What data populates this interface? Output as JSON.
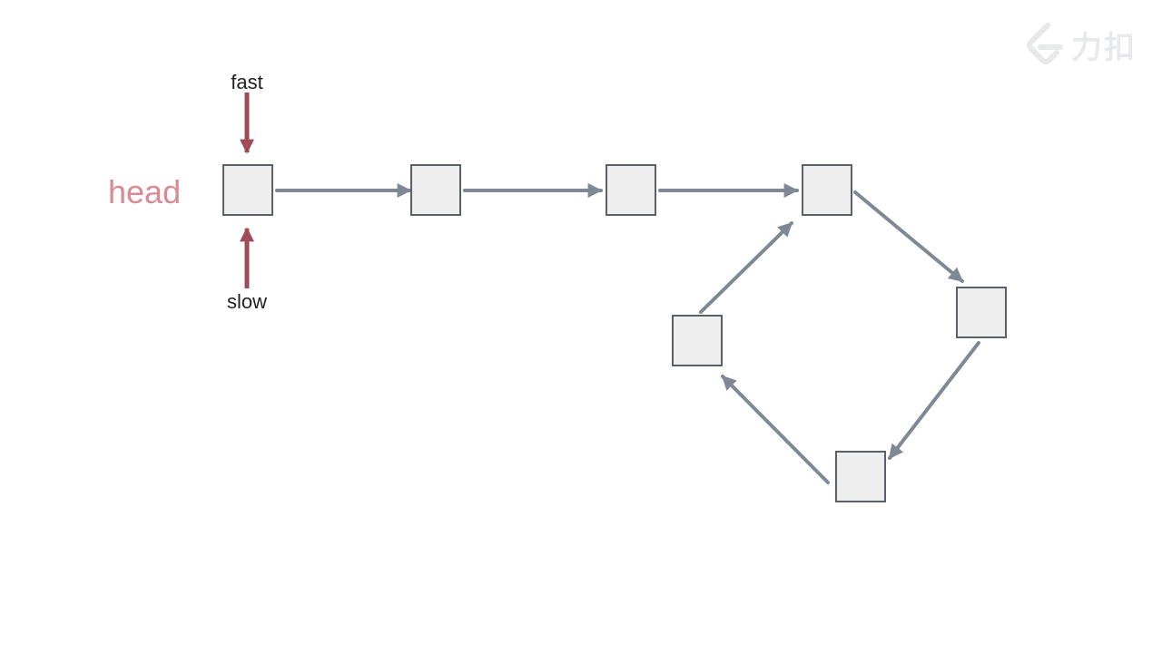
{
  "labels": {
    "head": "head",
    "fast": "fast",
    "slow": "slow"
  },
  "logo": {
    "icon": "leetcode-icon",
    "text": "力扣"
  },
  "colors": {
    "node_fill": "#eeeeee",
    "node_stroke": "#5b6068",
    "edge": "#7f8894",
    "pointer": "#a14b58",
    "head_text": "#d98a92"
  },
  "list": {
    "nodes": 7,
    "cycle_entry": 4
  }
}
